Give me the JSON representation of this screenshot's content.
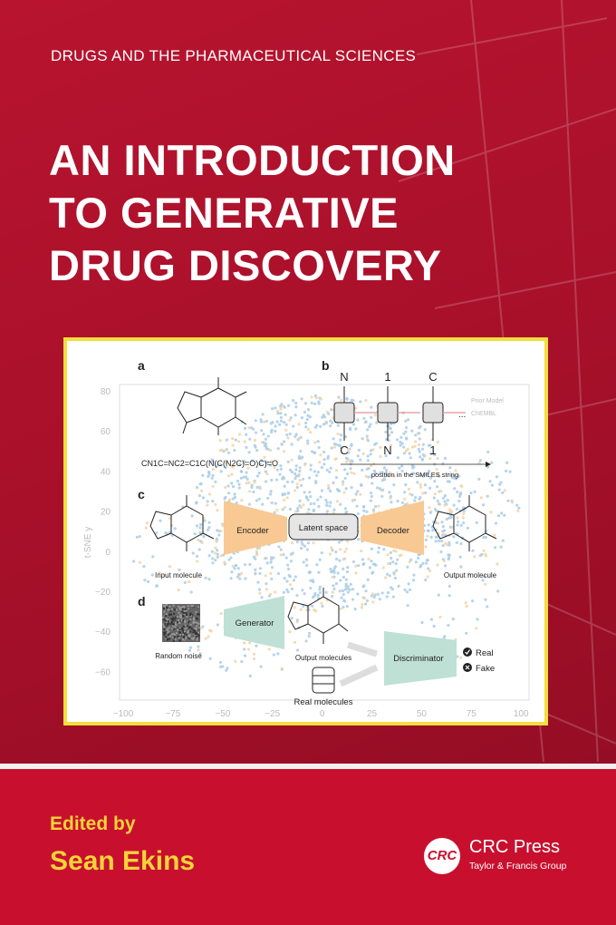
{
  "cover": {
    "series": "DRUGS AND THE PHARMACEUTICAL SCIENCES",
    "title_lines": [
      "AN INTRODUCTION",
      "TO GENERATIVE",
      "DRUG DISCOVERY"
    ],
    "edited_by": "Edited by",
    "editor": "Sean Ekins",
    "colors": {
      "background": "#a8102a",
      "bottom_band": "#c8102e",
      "author_text": "#f5d33a",
      "figure_border": "#f2de3c"
    }
  },
  "publisher": {
    "logo_text": "CRC",
    "name": "CRC Press",
    "subtitle": "Taylor & Francis Group"
  },
  "figure": {
    "panel_labels": [
      "a",
      "b",
      "c",
      "d"
    ],
    "y_axis_label": "t-SNE y",
    "x_ticks": [
      "−100",
      "−75",
      "−50",
      "−25",
      "0",
      "25",
      "50",
      "75",
      "100"
    ],
    "y_ticks": [
      "80",
      "60",
      "40",
      "20",
      "0",
      "−20",
      "−40",
      "−60"
    ],
    "smiles": "CN1C=NC2=C1C(N(C(N2C)=O)C)=O",
    "rnn_outputs": [
      "N",
      "1",
      "C"
    ],
    "rnn_inputs": [
      "C",
      "N",
      "1"
    ],
    "rnn_continuation": "...",
    "legend": [
      "Prior Model",
      "ChEMBL"
    ],
    "position_label": "position in the SMILES string",
    "encoder": "Encoder",
    "latent": "Latent space",
    "decoder": "Decoder",
    "input_molecule": "Input molecule",
    "output_molecule": "Output molecule",
    "generator": "Generator",
    "random_noise": "Random noise",
    "output_molecules": "Output molecules",
    "discriminator": "Discriminator",
    "real": "Real",
    "fake": "Fake",
    "real_molecules": "Real molecules",
    "colors": {
      "prior": "#a9cde6",
      "chembl": "#f3d4a6",
      "encoder": "#f8c993",
      "generator": "#bfe0d4"
    }
  }
}
